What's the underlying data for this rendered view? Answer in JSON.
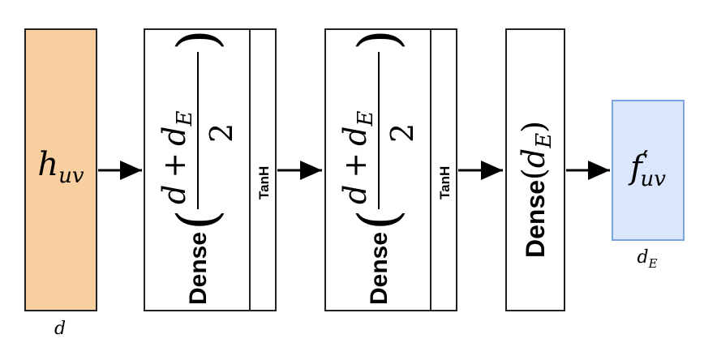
{
  "colors": {
    "input_fill": "#f8cfa0",
    "output_fill": "#dae6fb",
    "output_stroke": "#7ba4de",
    "stroke": "#222222"
  },
  "input": {
    "symbol": "h",
    "subscript": "uv",
    "dim_label": "d"
  },
  "layers": [
    {
      "dense_label": "Dense",
      "arg": {
        "numerator_d": "d",
        "plus": "+",
        "numerator_dE": "d",
        "numerator_dE_sub": "E",
        "denominator": "2"
      },
      "activation": "TanH"
    },
    {
      "dense_label": "Dense",
      "arg": {
        "numerator_d": "d",
        "plus": "+",
        "numerator_dE": "d",
        "numerator_dE_sub": "E",
        "denominator": "2"
      },
      "activation": "TanH"
    },
    {
      "dense_label": "Dense",
      "arg": {
        "symbol": "d",
        "sub": "E"
      }
    }
  ],
  "output": {
    "symbol": "f",
    "prime": "′",
    "subscript": "uv",
    "dim_label": "d",
    "dim_sub": "E"
  }
}
